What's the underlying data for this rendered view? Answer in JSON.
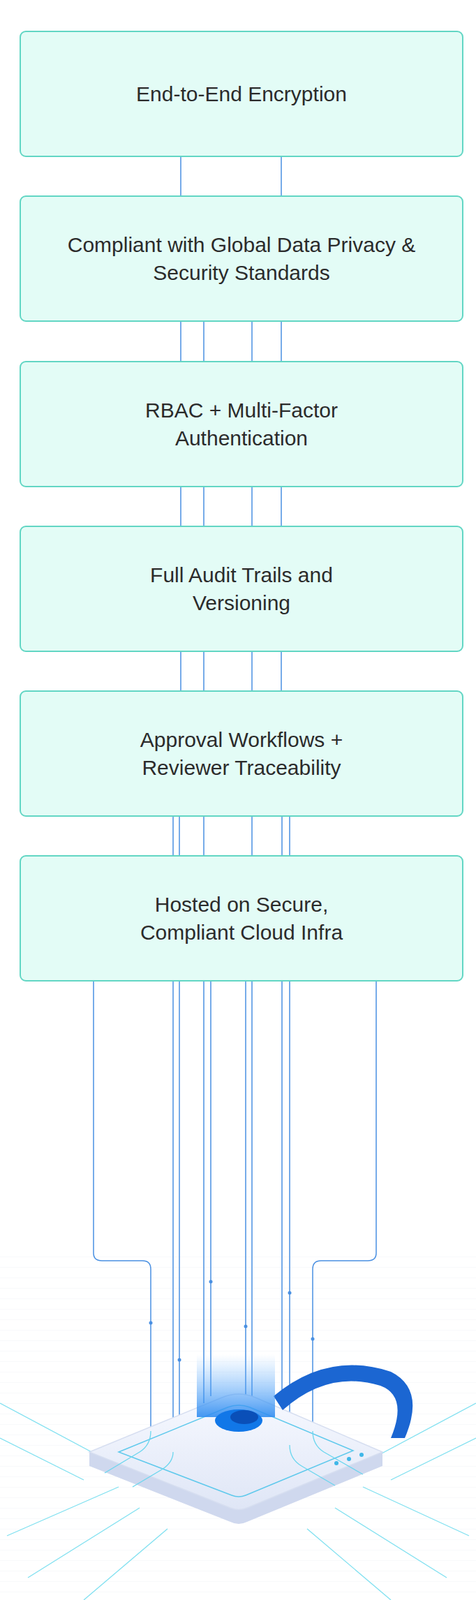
{
  "diagram": {
    "nodes": [
      {
        "text": [
          "End-to-End Encryption"
        ]
      },
      {
        "text": [
          "Compliant with Global Data Privacy & Security Standards"
        ]
      },
      {
        "text": [
          "RBAC + Multi-Factor Authentication"
        ]
      },
      {
        "text": [
          "Full Audit Trails and Versioning"
        ]
      },
      {
        "text": [
          "Approval Workflows + Reviewer Traceability"
        ]
      },
      {
        "text": [
          "Hosted on Secure, Compliant Cloud Infra"
        ]
      }
    ],
    "edges": [
      {
        "from": 0,
        "to": 1,
        "arrow": "none"
      },
      {
        "from": 1,
        "to": 2,
        "arrow": "none"
      },
      {
        "from": 2,
        "to": 3,
        "arrow": "none"
      },
      {
        "from": 3,
        "to": 4,
        "arrow": "none"
      },
      {
        "from": 4,
        "to": 5,
        "arrow": "none"
      }
    ]
  }
}
